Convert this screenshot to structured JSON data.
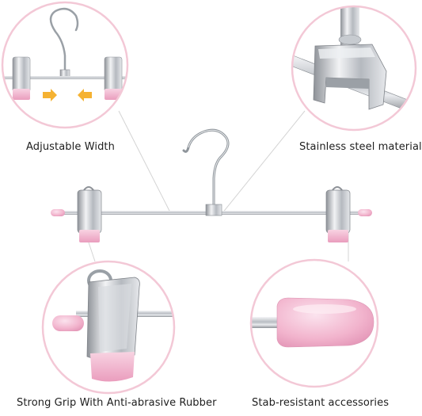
{
  "callouts": {
    "adjustable": "Adjustable Width",
    "stainless": "Stainless steel material",
    "grip": "Strong Grip With  Anti-abrasive Rubber",
    "stab": "Stab-resistant accessories"
  },
  "colors": {
    "ring": "#f3c8d6",
    "pink": "#f0a9c5",
    "pink_light": "#f7cadb",
    "chrome": "#c8ccd1",
    "arrow": "#f5b232",
    "leader": "#cfcfcf"
  }
}
